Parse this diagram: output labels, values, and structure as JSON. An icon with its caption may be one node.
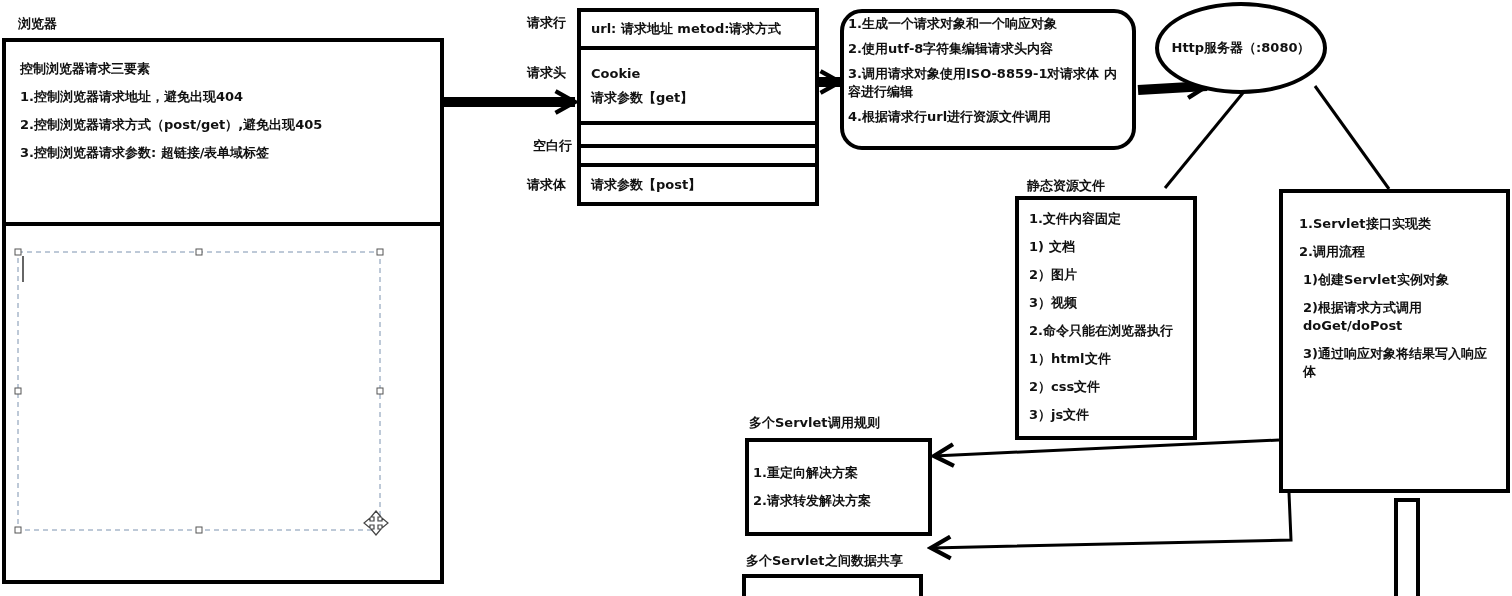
{
  "diagram": {
    "nodes": [
      {
        "text": [
          "浏览器",
          "控制浏览器请求三要素",
          "1.控制浏览器请求地址，避免出现404",
          "2.控制浏览器请求方式（post/get）,避免出现405",
          "3.控制浏览器请求参数: 超链接/表单域标签"
        ]
      },
      {
        "text": [
          "url: 请求地址  metod:请求方式",
          "Cookie",
          "请求参数【get】",
          "请求参数【post】"
        ],
        "beside": [
          "请求行",
          "请求头",
          "空白行",
          "请求体"
        ]
      },
      {
        "text": [
          "1.生成一个请求对象和一个响应对象",
          "2.使用utf-8字符集编辑请求头内容",
          "3.调用请求对象使用ISO-8859-1对请求体 内容进行编辑",
          "4.根据请求行url进行资源文件调用"
        ]
      },
      {
        "text": [
          "Http服务器（:8080）"
        ]
      },
      {
        "text": [
          "静态资源文件",
          "1.文件内容固定",
          "1) 文档",
          "2）图片",
          "3）视频",
          "2.命令只能在浏览器执行",
          "1）html文件",
          "2）css文件",
          "3）js文件"
        ]
      },
      {
        "text": [
          "1.Servlet接口实现类",
          "2.调用流程",
          "1)创建Servlet实例对象",
          "2)根据请求方式调用 doGet/doPost",
          "3)通过响应对象将结果写入响应体"
        ]
      },
      {
        "text": [
          "多个Servlet调用规则",
          "1.重定向解决方案",
          "2.请求转发解决方案"
        ]
      },
      {
        "text": [
          "多个Servlet之间数据共享"
        ]
      },
      {
        "text": [],
        "shape": "bar"
      }
    ],
    "edges": [
      {
        "from": 0,
        "to": 1,
        "arrow": "to",
        "style": "thick"
      },
      {
        "from": 1,
        "to": 2,
        "arrow": "to",
        "style": "thick"
      },
      {
        "from": 2,
        "to": 3,
        "arrow": "to",
        "style": "thick"
      },
      {
        "from": 3,
        "to": 4,
        "arrow": "none"
      },
      {
        "from": 3,
        "to": 5,
        "arrow": "none"
      },
      {
        "from": 5,
        "to": 6,
        "arrow": "to"
      },
      {
        "from": 5,
        "to": 7,
        "arrow": "to"
      }
    ]
  }
}
